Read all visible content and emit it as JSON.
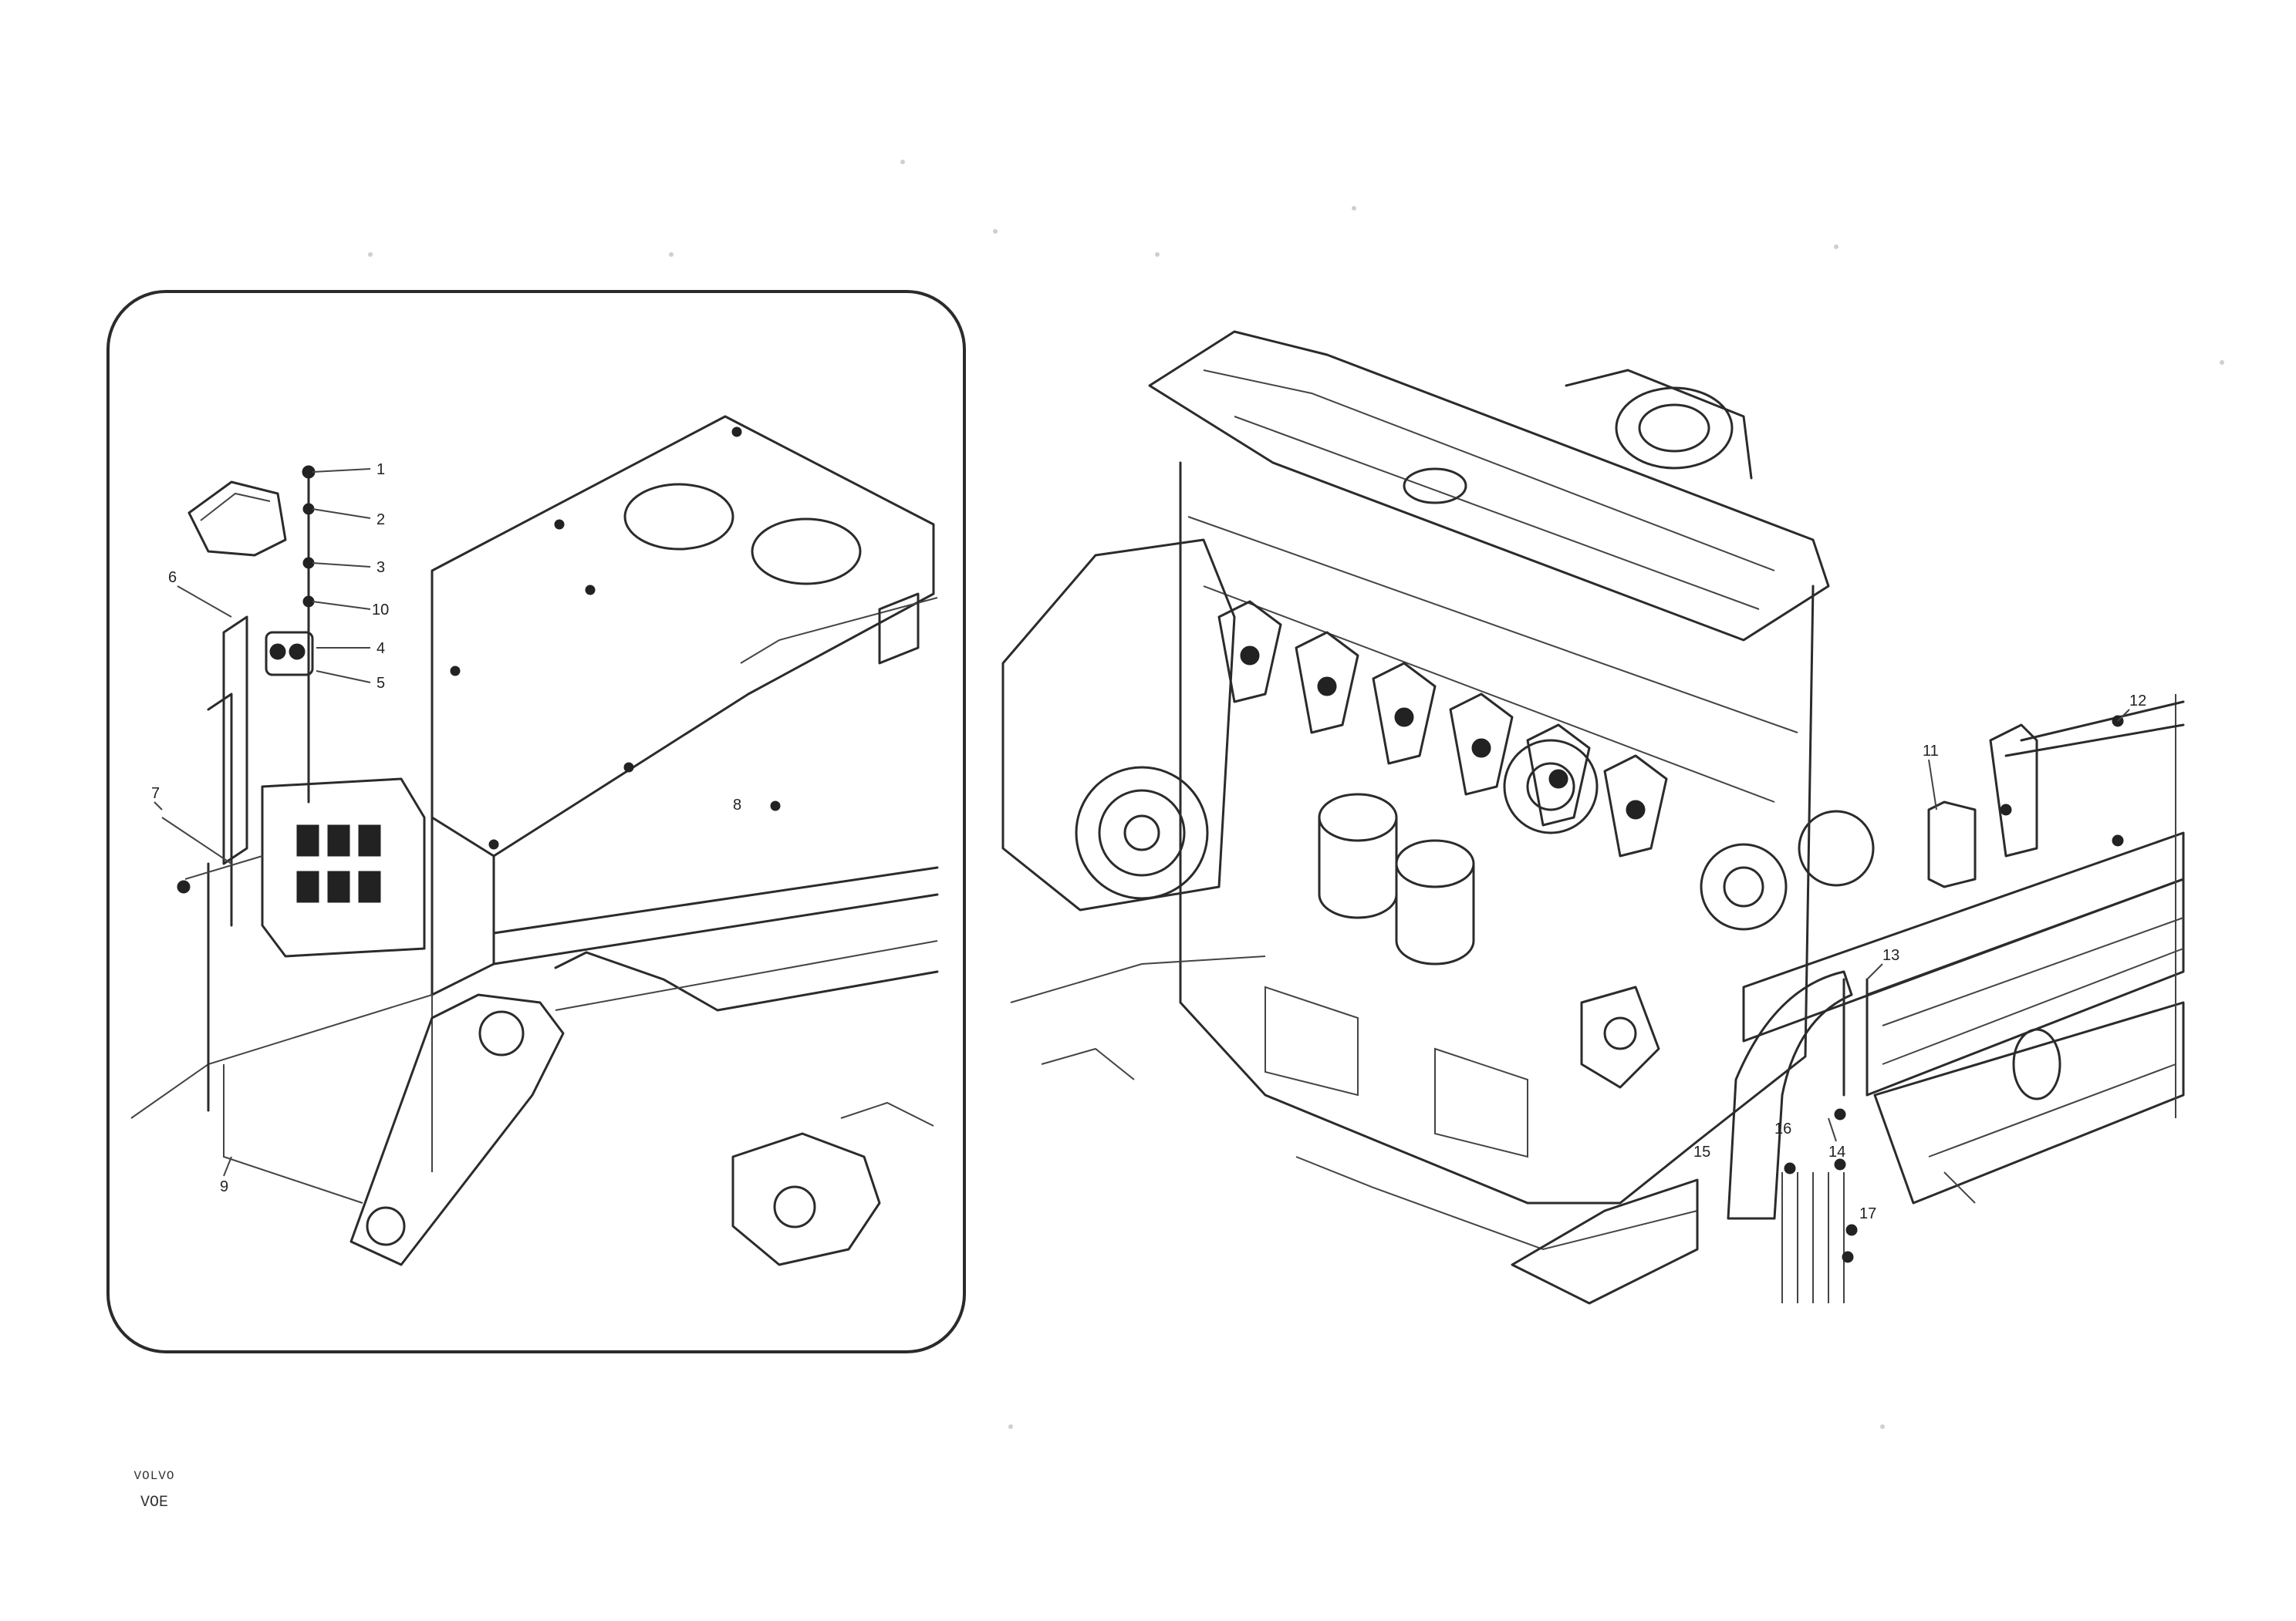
{
  "inset_callouts": [
    "1",
    "2",
    "3",
    "10",
    "4",
    "5",
    "6",
    "7",
    "8",
    "9"
  ],
  "engine_callouts": [
    "11",
    "12",
    "13",
    "14",
    "15",
    "16",
    "17"
  ],
  "stamp": {
    "line1": "VOLVO",
    "line2": "",
    "line3": "VOE"
  }
}
